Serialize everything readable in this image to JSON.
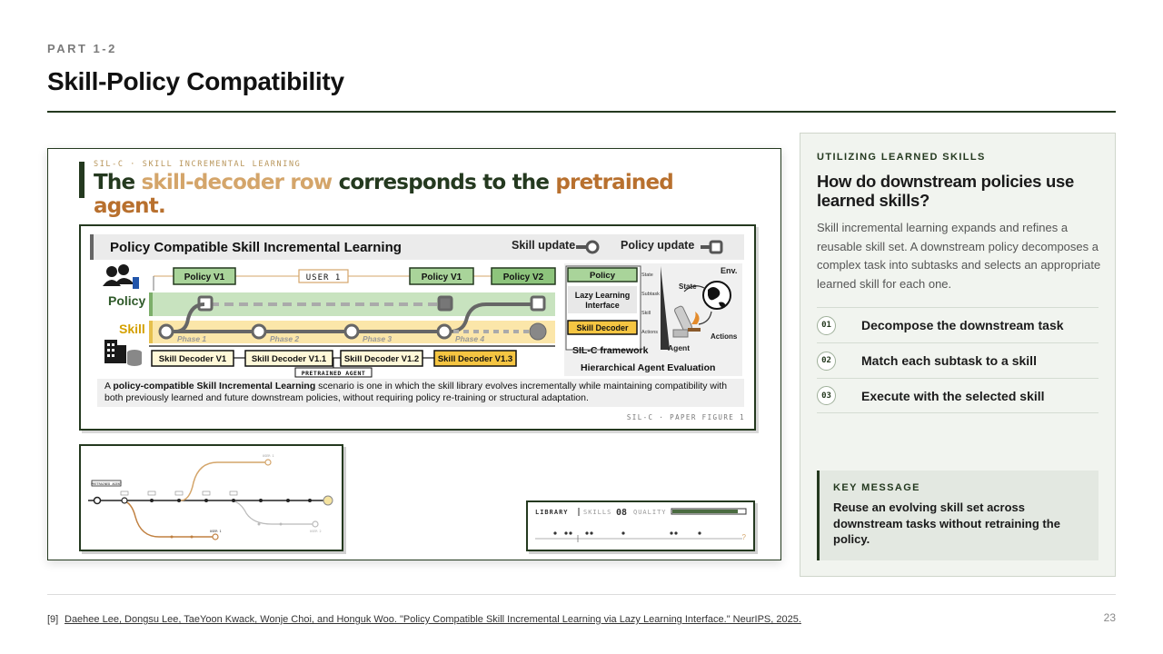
{
  "header": {
    "part_label": "PART 1-2",
    "title": "Skill-Policy Compatibility"
  },
  "figure": {
    "eyebrow": "SIL-C · SKILL INCREMENTAL LEARNING",
    "headline_part1": "The ",
    "headline_part2": "skill-decoder row",
    "headline_part3": " corresponds to the ",
    "headline_part4": "pretrained agent.",
    "paper_figure": {
      "title": "Policy Compatible Skill Incremental Learning",
      "skill_update": "Skill update",
      "policy_update": "Policy update",
      "row_policy": "Policy",
      "row_skill": "Skill",
      "policy_boxes": [
        "Policy V1",
        "USER 1",
        "Policy V1",
        "Policy V2"
      ],
      "phases": [
        "Phase 1",
        "Phase 2",
        "Phase 3",
        "Phase 4"
      ],
      "decoders": [
        "Skill Decoder V1",
        "Skill Decoder V1.1",
        "Skill Decoder V1.2",
        "Skill Decoder V1.3"
      ],
      "pretrained_agent": "PRETRAINED AGENT",
      "framework": {
        "policy": "Policy",
        "lazy_line1": "Lazy Learning",
        "lazy_line2": "Interface",
        "decoder": "Skill Decoder",
        "side_labels": [
          "State",
          "Subtask",
          "Skill",
          "Actions"
        ],
        "env": "Env.",
        "state": "State",
        "actions": "Actions",
        "agent": "Agent",
        "framework_label": "SIL-C framework",
        "evaluation_label": "Hierarchical Agent Evaluation"
      },
      "caption_pre": "A ",
      "caption_bold": "policy-compatible Skill Incremental Learning",
      "caption_post": " scenario is one in which the skill library evolves incrementally while maintaining compatibility with both previously learned and future downstream policies, without requiring policy re-training or structural adaptation.",
      "footer": "SIL-C · PAPER FIGURE 1"
    },
    "thumb_left": {
      "pretrained_label": "PRETRAINED AGENT",
      "user_top": "USER 1",
      "user_bottom": "USER 1",
      "user_right": "USER 2"
    },
    "thumb_right": {
      "library": "LIBRARY",
      "skills": "SKILLS",
      "skills_count": "08",
      "quality": "QUALITY",
      "quality_level": 0.9,
      "question": "?"
    }
  },
  "sidebar": {
    "eyebrow": "UTILIZING LEARNED SKILLS",
    "heading": "How do downstream policies use learned skills?",
    "body": "Skill incremental learning expands and refines a reusable skill set. A downstream policy decomposes a complex task into subtasks and selects an appropriate learned skill for each one.",
    "steps": [
      {
        "num": "01",
        "text": "Decompose the downstream task"
      },
      {
        "num": "02",
        "text": "Match each subtask to a skill"
      },
      {
        "num": "03",
        "text": "Execute with the selected skill"
      }
    ],
    "key_label": "KEY MESSAGE",
    "key_text": "Reuse an evolving skill set across downstream tasks without retraining the policy."
  },
  "footer": {
    "ref_num": "[9]",
    "reference": "Daehee Lee, Dongsu Lee, TaeYoon Kwack, Wonje Choi, and Honguk Woo. \"Policy Compatible Skill Incremental Learning via Lazy Learning Interface.\" NeurIPS, 2025.",
    "page_number": "23"
  }
}
